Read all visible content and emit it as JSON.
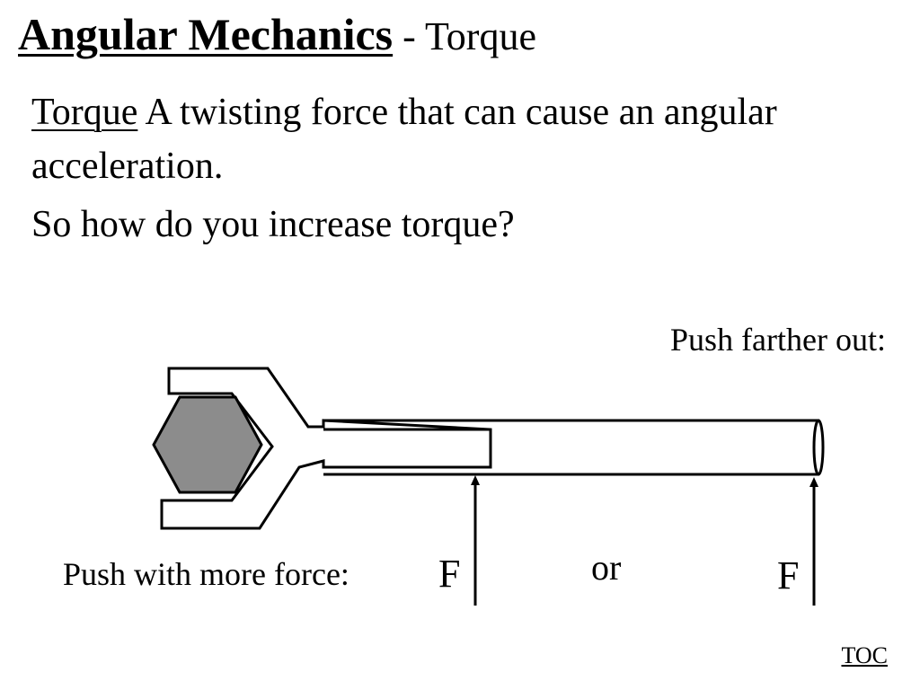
{
  "slide": {
    "title_main": "Angular Mechanics",
    "title_sub": " - Torque",
    "definition_term": "Torque",
    "definition_text": " A twisting force that can cause an angular acceleration.",
    "question": "So how do you increase torque?"
  },
  "diagram": {
    "label_farther": "Push farther out:",
    "label_force": "Push with more force:",
    "label_or": "or",
    "force_label_1": "F",
    "force_label_2": "F",
    "colors": {
      "nut_fill": "#8c8c8c",
      "stroke": "#000000"
    }
  },
  "nav": {
    "toc_label": "TOC"
  }
}
